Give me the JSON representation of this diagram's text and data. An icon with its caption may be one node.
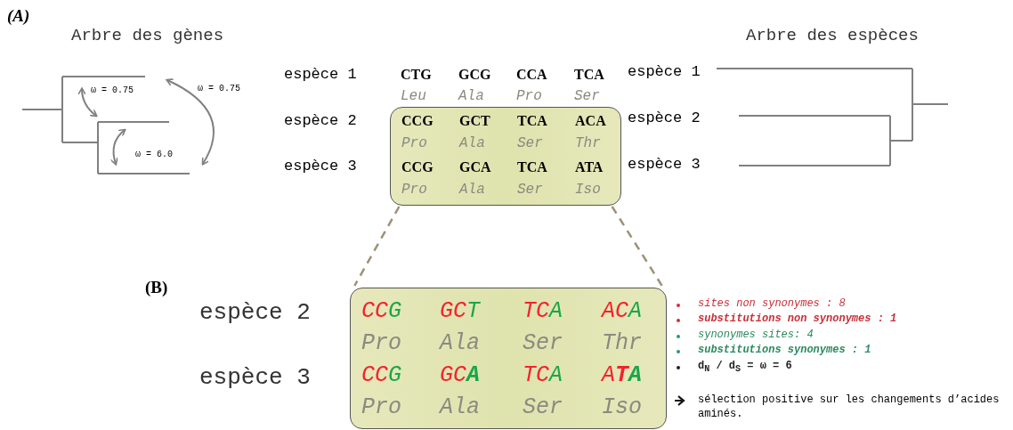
{
  "diagram": {
    "nodes": [
      {
        "text": [
          "CCG",
          "GCT",
          "TCA",
          "ACA",
          "Pro",
          "Ala",
          "Ser",
          "Thr",
          "CCG",
          "GCA",
          "TCA",
          "ATA",
          "Pro",
          "Ala",
          "Ser",
          "Iso"
        ]
      },
      {
        "text": [
          "CCG",
          "GCT",
          "TCA",
          "ACA",
          "Pro",
          "Ala",
          "Ser",
          "Thr",
          "CCG",
          "GC**A**",
          "TCA",
          "A**TA**",
          "Pro",
          "Ala",
          "Ser",
          "Iso"
        ]
      }
    ],
    "edges": [
      {
        "from": 0,
        "to": 1,
        "arrow": "none",
        "style": "dashed"
      },
      {
        "from": 0,
        "to": 1,
        "arrow": "none",
        "style": "dashed"
      }
    ],
    "labels": [
      "(A)",
      "Arbre des gènes",
      "Arbre des espèces",
      "ω = 0.75",
      "ω = 0.75",
      "ω = 6.0",
      "espèce 1",
      "CTG",
      "GCG",
      "CCA",
      "TCA",
      "espèce 1",
      "Leu",
      "Ala",
      "Pro",
      "Ser",
      "espèce 2",
      "espèce 2",
      "espèce 3",
      "espèce 3",
      "(B)",
      "espèce 2",
      "espèce 3",
      "sites non synonymes : 8",
      "substitutions non synonymes : 1",
      "synonymes sites: 4",
      "substitutions synonymes : 1",
      "d$_{N}$ / d$_{S}$ = ω = 6",
      "sélection positive sur les changements d’acides aminés."
    ]
  }
}
